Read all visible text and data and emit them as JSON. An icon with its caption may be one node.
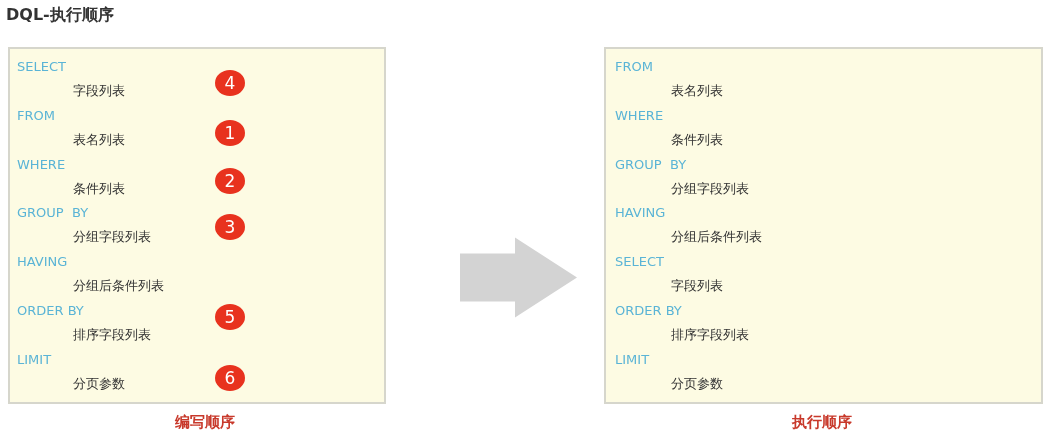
{
  "diagram": {
    "title": "DQL-执行顺序",
    "nodes": [
      {
        "text": [
          "SELECT",
          "字段列表",
          "FROM",
          "表名列表",
          "WHERE",
          "条件列表",
          "GROUP  BY",
          "分组字段列表",
          "HAVING",
          "分组后条件列表",
          "ORDER BY",
          "排序字段列表",
          "LIMIT",
          "分页参数"
        ],
        "beside": [
          "编写顺序"
        ]
      },
      {
        "text": [
          "4"
        ],
        "in": 0
      },
      {
        "text": [
          "1"
        ],
        "in": 0
      },
      {
        "text": [
          "2"
        ],
        "in": 0
      },
      {
        "text": [
          "3"
        ],
        "in": 0
      },
      {
        "text": [
          "5"
        ],
        "in": 0
      },
      {
        "text": [
          "6"
        ],
        "in": 0
      },
      {
        "text": [
          "FROM",
          "表名列表",
          "WHERE",
          "条件列表",
          "GROUP  BY",
          "分组字段列表",
          "HAVING",
          "分组后条件列表",
          "SELECT",
          "字段列表",
          "ORDER BY",
          "排序字段列表",
          "LIMIT",
          "分页参数"
        ],
        "beside": [
          "执行顺序"
        ]
      }
    ],
    "edges": [
      {
        "from": 0,
        "to": 7,
        "arrow": "to",
        "style": "thick"
      }
    ]
  }
}
